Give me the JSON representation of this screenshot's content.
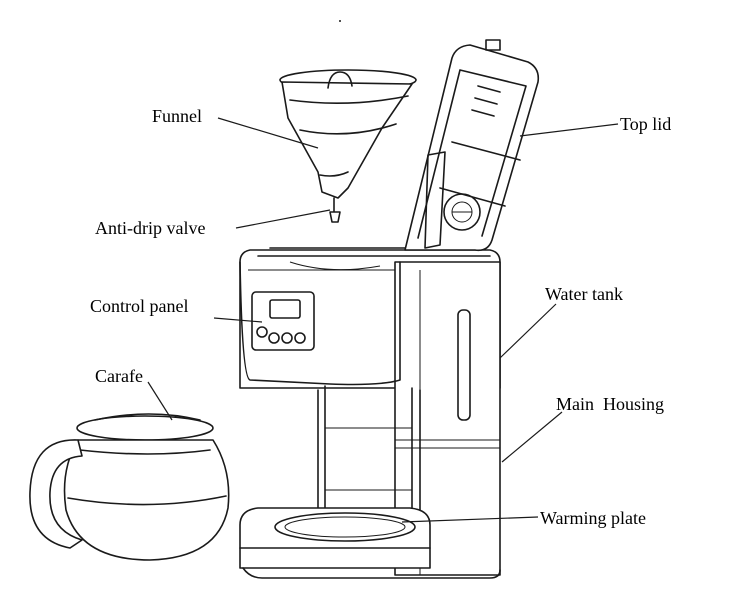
{
  "labels": {
    "funnel": "Funnel",
    "anti_drip_valve": "Anti-drip valve",
    "control_panel": "Control panel",
    "carafe": "Carafe",
    "top_lid": "Top lid",
    "water_tank": "Water tank",
    "main_housing": "Main  Housing",
    "warming_plate": "Warming plate"
  },
  "colors": {
    "line": "#1a1a1a",
    "background": "#ffffff"
  }
}
